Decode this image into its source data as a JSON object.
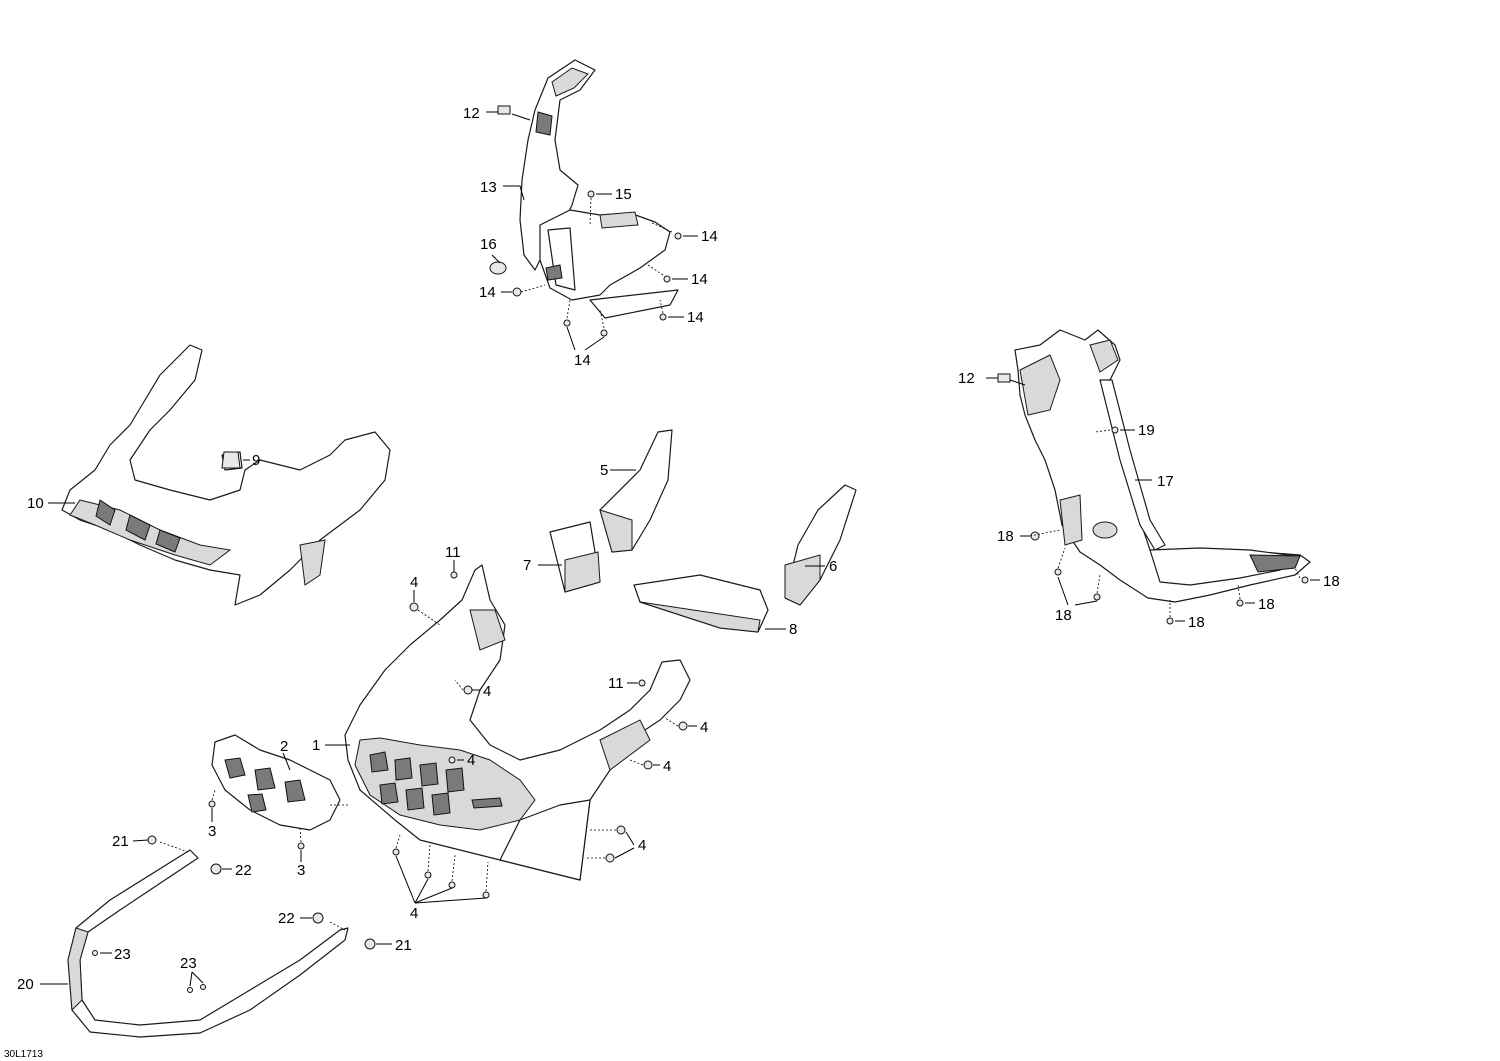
{
  "diagram": {
    "code": "30L1713",
    "callouts": [
      {
        "id": "c12a",
        "text": "12"
      },
      {
        "id": "c13",
        "text": "13"
      },
      {
        "id": "c15",
        "text": "15"
      },
      {
        "id": "c14a",
        "text": "14"
      },
      {
        "id": "c16",
        "text": "16"
      },
      {
        "id": "c14b",
        "text": "14"
      },
      {
        "id": "c14c",
        "text": "14"
      },
      {
        "id": "c14d",
        "text": "14"
      },
      {
        "id": "c14e",
        "text": "14"
      },
      {
        "id": "c9",
        "text": "9"
      },
      {
        "id": "c10",
        "text": "10"
      },
      {
        "id": "c5",
        "text": "5"
      },
      {
        "id": "c7",
        "text": "7"
      },
      {
        "id": "c6",
        "text": "6"
      },
      {
        "id": "c8",
        "text": "8"
      },
      {
        "id": "c11a",
        "text": "11"
      },
      {
        "id": "c4a",
        "text": "4"
      },
      {
        "id": "c4b",
        "text": "4"
      },
      {
        "id": "c11b",
        "text": "11"
      },
      {
        "id": "c4c",
        "text": "4"
      },
      {
        "id": "c2",
        "text": "2"
      },
      {
        "id": "c1",
        "text": "1"
      },
      {
        "id": "c4d",
        "text": "4"
      },
      {
        "id": "c4e",
        "text": "4"
      },
      {
        "id": "c3a",
        "text": "3"
      },
      {
        "id": "c4f",
        "text": "4"
      },
      {
        "id": "c21a",
        "text": "21"
      },
      {
        "id": "c22a",
        "text": "22"
      },
      {
        "id": "c3b",
        "text": "3"
      },
      {
        "id": "c4g",
        "text": "4"
      },
      {
        "id": "c22b",
        "text": "22"
      },
      {
        "id": "c21b",
        "text": "21"
      },
      {
        "id": "c23a",
        "text": "23"
      },
      {
        "id": "c23b",
        "text": "23"
      },
      {
        "id": "c20",
        "text": "20"
      },
      {
        "id": "c12b",
        "text": "12"
      },
      {
        "id": "c19",
        "text": "19"
      },
      {
        "id": "c17",
        "text": "17"
      },
      {
        "id": "c18a",
        "text": "18"
      },
      {
        "id": "c18b",
        "text": "18"
      },
      {
        "id": "c18c",
        "text": "18"
      },
      {
        "id": "c18d",
        "text": "18"
      },
      {
        "id": "c18e",
        "text": "18"
      }
    ]
  }
}
